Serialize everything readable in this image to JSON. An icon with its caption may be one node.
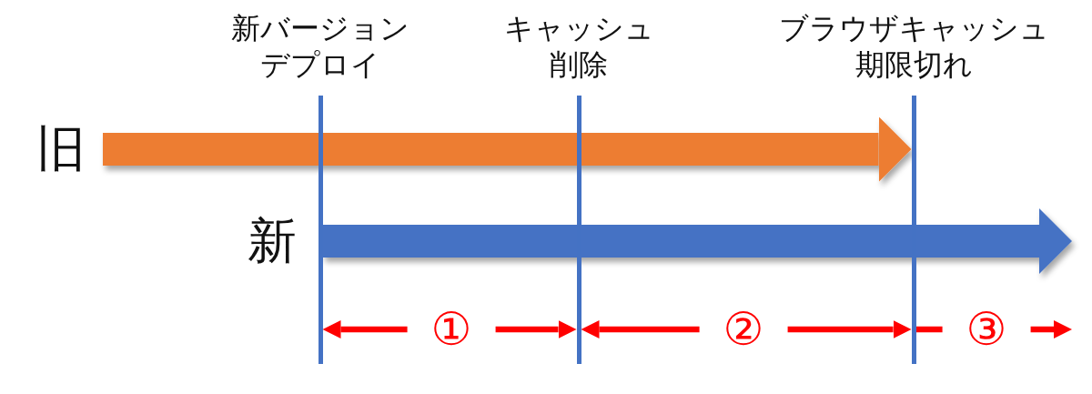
{
  "diagram": {
    "nodes": [
      {
        "text": [
          "新バージョンデプロイ"
        ]
      },
      {
        "text": [
          "キャッシュ削除"
        ]
      },
      {
        "text": [
          "ブラウザキャッシュ期限切れ"
        ]
      }
    ],
    "edges": [
      {
        "from": null,
        "to": 2,
        "arrow": "to",
        "style": "thick",
        "color": "#ed7d31"
      },
      {
        "from": 0,
        "to": null,
        "arrow": "to",
        "style": "thick",
        "color": "#4472c4"
      },
      {
        "from": 0,
        "to": 1,
        "arrow": "both",
        "label": "①"
      },
      {
        "from": 1,
        "to": 2,
        "arrow": "both",
        "label": "②"
      },
      {
        "from": 2,
        "to": null,
        "arrow": "to",
        "label": "③"
      }
    ],
    "labels": [
      "旧",
      "新"
    ]
  }
}
